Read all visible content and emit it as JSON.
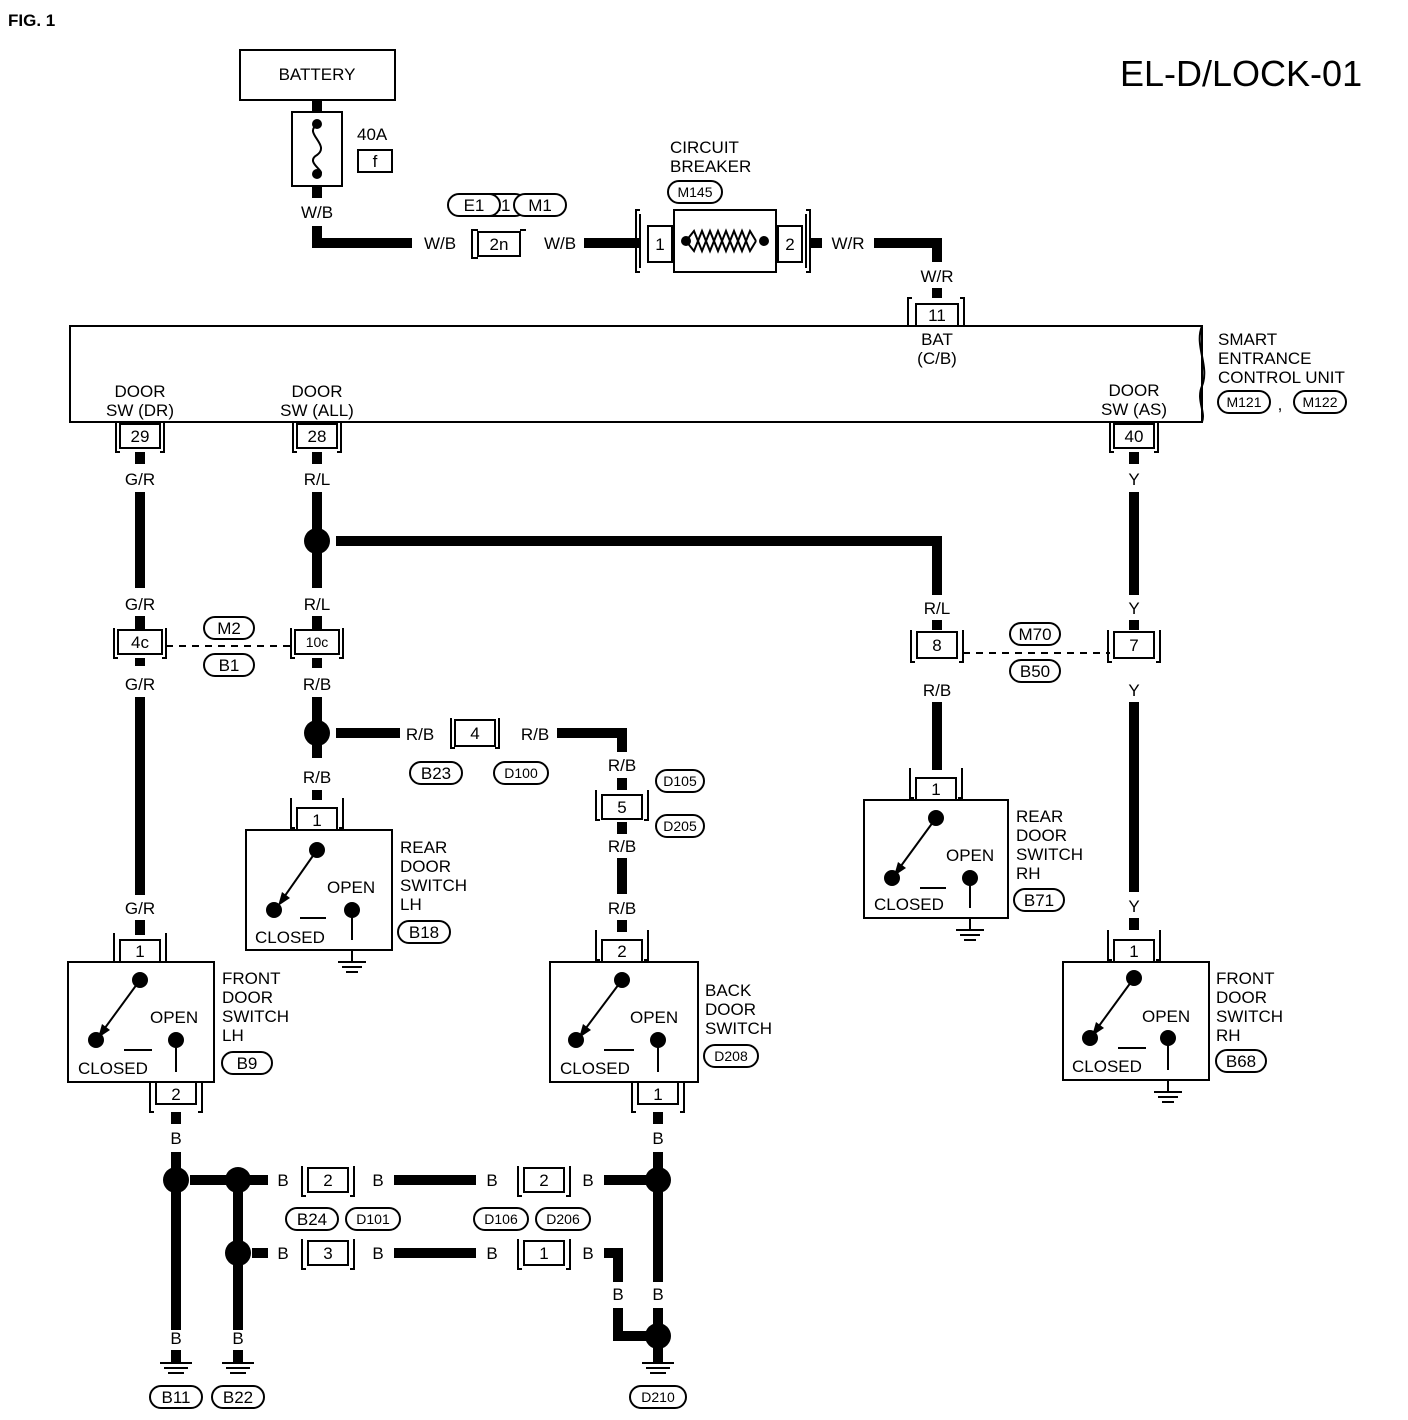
{
  "fig_label": "FIG. 1",
  "diagram_code": "EL-D/LOCK-01",
  "battery": "BATTERY",
  "fuse": {
    "rating": "40A",
    "id": "f"
  },
  "circuit_breaker": {
    "line1": "CIRCUIT",
    "line2": "BREAKER",
    "conn": "M145",
    "pin1": "1",
    "pin2": "2"
  },
  "connectors": {
    "e1": "E1",
    "m1": "M1",
    "pin_2n": "2n",
    "m2": "M2",
    "b1": "B1",
    "pin_4c": "4c",
    "pin_10c": "10c",
    "m70": "M70",
    "b50": "B50",
    "pin_8": "8",
    "pin_7": "7",
    "b23": "B23",
    "d100": "D100",
    "pin_4": "4",
    "d105": "D105",
    "d205": "D205",
    "pin_5": "5",
    "b24": "B24",
    "d101": "D101",
    "d106": "D106",
    "d206": "D206",
    "pin_2a": "2",
    "pin_2b": "2",
    "pin_3": "3",
    "pin_1": "1"
  },
  "control_unit": {
    "name_line1": "SMART",
    "name_line2": "ENTRANCE",
    "name_line3": "CONTROL UNIT",
    "conn1": "M121",
    "sep": ",",
    "conn2": "M122",
    "bat_pin": "11",
    "bat_label1": "BAT",
    "bat_label2": "(C/B)",
    "dr_pin": "29",
    "dr_label1": "DOOR",
    "dr_label2": "SW (DR)",
    "all_pin": "28",
    "all_label1": "DOOR",
    "all_label2": "SW (ALL)",
    "as_pin": "40",
    "as_label1": "DOOR",
    "as_label2": "SW (AS)"
  },
  "wires": {
    "wb1": "W/B",
    "wb2": "W/B",
    "wb3": "W/B",
    "wr1": "W/R",
    "wr2": "W/R",
    "gr1": "G/R",
    "gr2": "G/R",
    "gr3": "G/R",
    "gr4": "G/R",
    "rl1": "R/L",
    "rl2": "R/L",
    "rl3": "R/L",
    "rb1": "R/B",
    "rb2": "R/B",
    "rb3": "R/B",
    "rb4": "R/B",
    "rb5": "R/B",
    "rb6": "R/B",
    "rb7": "R/B",
    "rb8": "R/B",
    "y1": "Y",
    "y2": "Y",
    "y3": "Y",
    "y4": "Y",
    "b1": "B",
    "b2": "B",
    "b3": "B",
    "b4": "B",
    "b5": "B",
    "b6": "B",
    "b7": "B",
    "b8": "B",
    "b9": "B",
    "b10": "B",
    "b11": "B",
    "b12": "B",
    "b13": "B"
  },
  "switches": {
    "front_lh": {
      "l1": "FRONT",
      "l2": "DOOR",
      "l3": "SWITCH",
      "l4": "LH",
      "conn": "B9",
      "pin_top": "1",
      "pin_bot": "2",
      "open": "OPEN",
      "closed": "CLOSED"
    },
    "rear_lh": {
      "l1": "REAR",
      "l2": "DOOR",
      "l3": "SWITCH",
      "l4": "LH",
      "conn": "B18",
      "pin_top": "1",
      "open": "OPEN",
      "closed": "CLOSED"
    },
    "back": {
      "l1": "BACK",
      "l2": "DOOR",
      "l3": "SWITCH",
      "conn": "D208",
      "pin_top": "2",
      "pin_bot": "1",
      "open": "OPEN",
      "closed": "CLOSED"
    },
    "rear_rh": {
      "l1": "REAR",
      "l2": "DOOR",
      "l3": "SWITCH",
      "l4": "RH",
      "conn": "B71",
      "pin_top": "1",
      "open": "OPEN",
      "closed": "CLOSED"
    },
    "front_rh": {
      "l1": "FRONT",
      "l2": "DOOR",
      "l3": "SWITCH",
      "l4": "RH",
      "conn": "B68",
      "pin_top": "1",
      "open": "OPEN",
      "closed": "CLOSED"
    }
  },
  "grounds": {
    "g1": "B11",
    "g2": "B22",
    "g3": "D210"
  }
}
